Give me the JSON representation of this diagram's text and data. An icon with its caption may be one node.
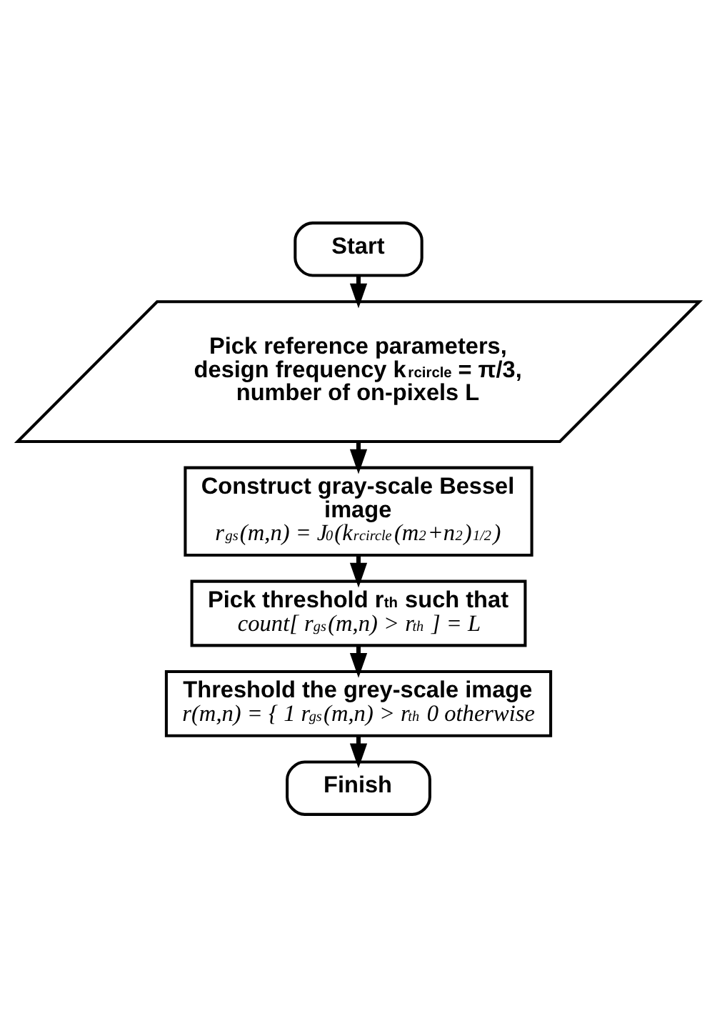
{
  "diagram": {
    "nodes": [
      {
        "text": [
          "Start"
        ]
      },
      {
        "text": [
          "Pick reference parameters, design frequency k$_{r}$$^{circle}$ = π/3, number of on-pixels L"
        ]
      },
      {
        "text": [
          "Construct gray-scale Bessel image",
          "r$_{gs}$(m,n) = J$_{0}$(k$_{r}$$^{circle}$(m$^{2}$+n$^{2}$)$^{1/2}$)"
        ]
      },
      {
        "text": [
          "Pick threshold r$_{th}$ such that",
          "count[ r$_{gs}$(m,n) > r$_{th}$ ] = L"
        ]
      },
      {
        "text": [
          "Threshold the grey-scale image",
          "r(m,n) = { 1 r$_{gs}$(m,n) > r$_{th}$ 0 otherwise"
        ]
      },
      {
        "text": [
          "Finish"
        ]
      }
    ],
    "edges": [
      {
        "from": 0,
        "to": 1,
        "arrow": "to"
      },
      {
        "from": 1,
        "to": 2,
        "arrow": "to"
      },
      {
        "from": 2,
        "to": 3,
        "arrow": "to"
      },
      {
        "from": 3,
        "to": 4,
        "arrow": "to"
      },
      {
        "from": 4,
        "to": 5,
        "arrow": "to"
      }
    ]
  }
}
